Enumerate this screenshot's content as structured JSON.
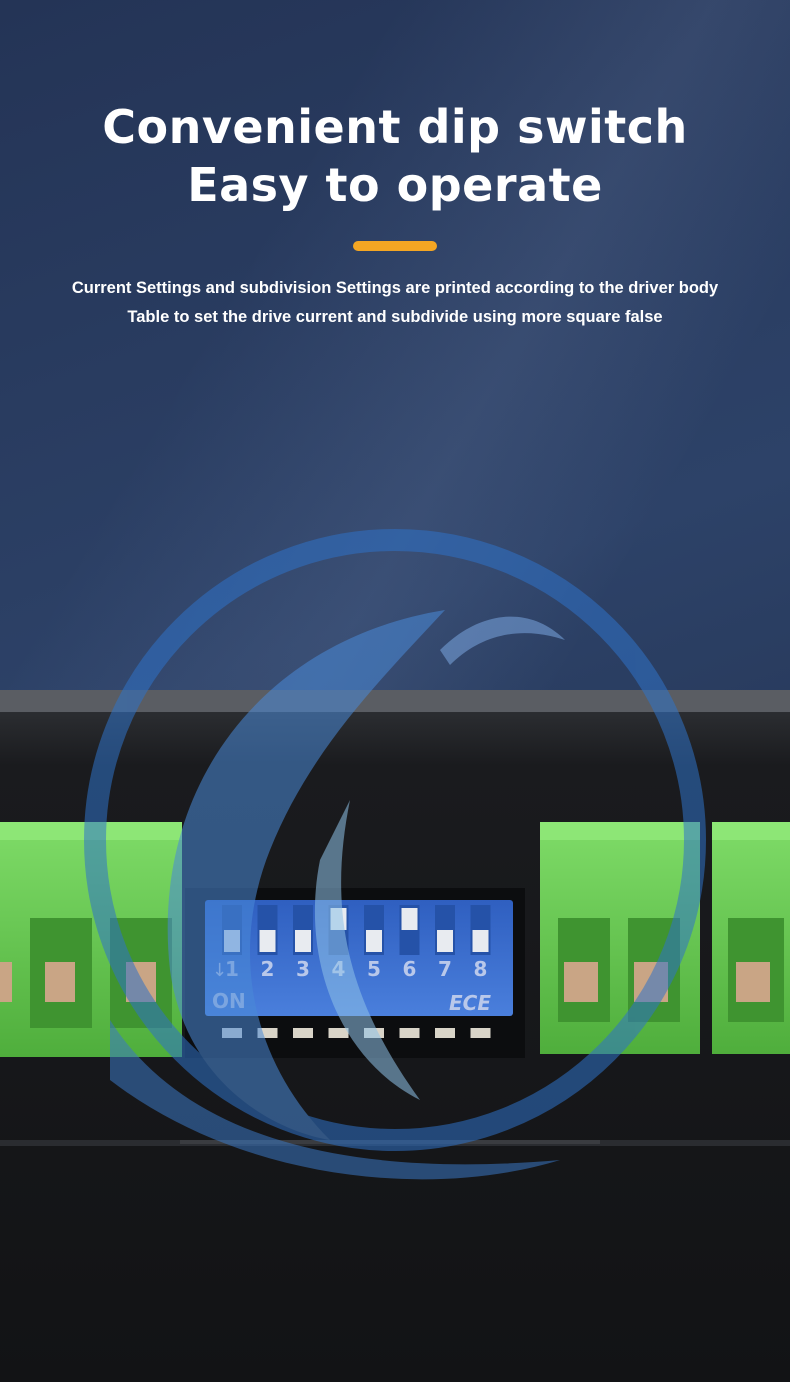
{
  "header": {
    "title_line1": "Convenient dip switch",
    "title_line2": "Easy to operate",
    "subtitle_line1": "Current Settings and subdivision Settings are printed according to the driver body",
    "subtitle_line2": "Table to set the drive current and subdivide using more square false"
  },
  "colors": {
    "accent": "#f4a623",
    "background_top": "#2a3c60",
    "terminal_green": "#6fcf5a",
    "dip_blue": "#3c6fd0",
    "housing": "#1b1c1f"
  },
  "dip_switch": {
    "on_label": "ON",
    "numbers": [
      "1",
      "2",
      "3",
      "4",
      "5",
      "6",
      "7",
      "8"
    ],
    "brand_mark": "ECE"
  }
}
